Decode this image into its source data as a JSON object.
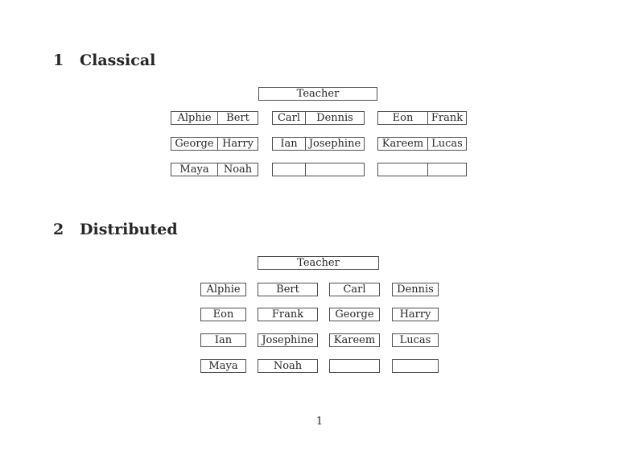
{
  "sections": [
    {
      "number": "1",
      "title": "Classical"
    },
    {
      "number": "2",
      "title": "Distributed"
    }
  ],
  "classical": {
    "teacher_label": "Teacher",
    "rows": [
      [
        [
          "Alphie",
          "Bert"
        ],
        [
          "Carl",
          "Dennis"
        ],
        [
          "Eon",
          "Frank"
        ]
      ],
      [
        [
          "George",
          "Harry"
        ],
        [
          "Ian",
          "Josephine"
        ],
        [
          "Kareem",
          "Lucas"
        ]
      ],
      [
        [
          "Maya",
          "Noah"
        ],
        [
          "",
          ""
        ],
        [
          "",
          ""
        ]
      ]
    ]
  },
  "distributed": {
    "teacher_label": "Teacher",
    "rows": [
      [
        "Alphie",
        "Bert",
        "Carl",
        "Dennis"
      ],
      [
        "Eon",
        "Frank",
        "George",
        "Harry"
      ],
      [
        "Ian",
        "Josephine",
        "Kareem",
        "Lucas"
      ],
      [
        "Maya",
        "Noah",
        "",
        ""
      ]
    ]
  },
  "page": {
    "footer_page_number": "1"
  }
}
